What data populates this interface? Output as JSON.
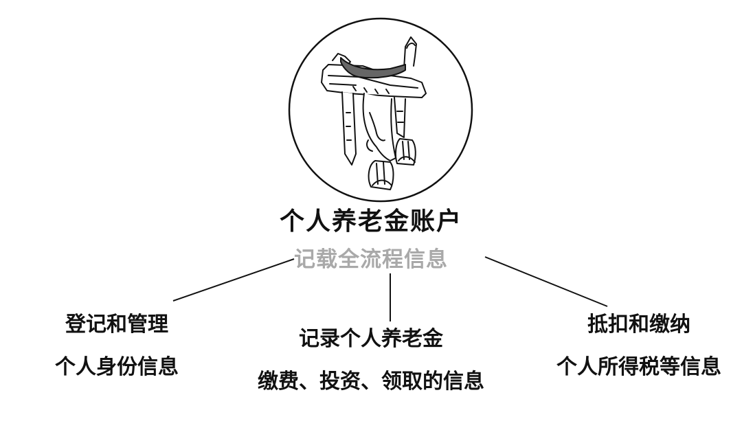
{
  "center": {
    "title": "个人养老金账户",
    "subtitle": "记载全流程信息"
  },
  "branches": [
    {
      "line1": "登记和管理",
      "line2": "个人身份信息"
    },
    {
      "line1": "记录个人养老金",
      "line2": "缴费、投资、领取的信息"
    },
    {
      "line1": "抵扣和缴纳",
      "line2": "个人所得税等信息"
    }
  ],
  "colors": {
    "text": "#111111",
    "subtitle": "#a9a9a9",
    "line": "#111111",
    "saddle_seat": "#666666"
  },
  "icons": {
    "center_illustration": "saddle-icon"
  }
}
